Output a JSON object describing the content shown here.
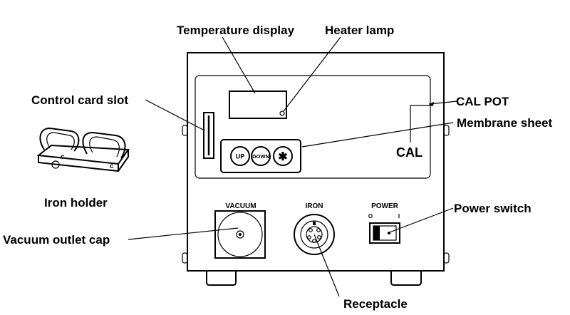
{
  "callouts": {
    "temperature_display": "Temperature display",
    "heater_lamp": "Heater lamp",
    "control_card_slot": "Control card slot",
    "cal_pot": "CAL POT",
    "membrane_sheet": "Membrane sheet",
    "iron_holder": "Iron holder",
    "power_switch": "Power switch",
    "vacuum_outlet_cap": "Vacuum outlet cap",
    "receptacle": "Receptacle"
  },
  "panel": {
    "cal": "CAL",
    "vacuum": "VACUUM",
    "iron": "IRON",
    "power": "POWER",
    "off_mark": "O",
    "on_mark": "I"
  },
  "buttons": {
    "up": "UP",
    "down": "DOWN",
    "star": "✱"
  }
}
